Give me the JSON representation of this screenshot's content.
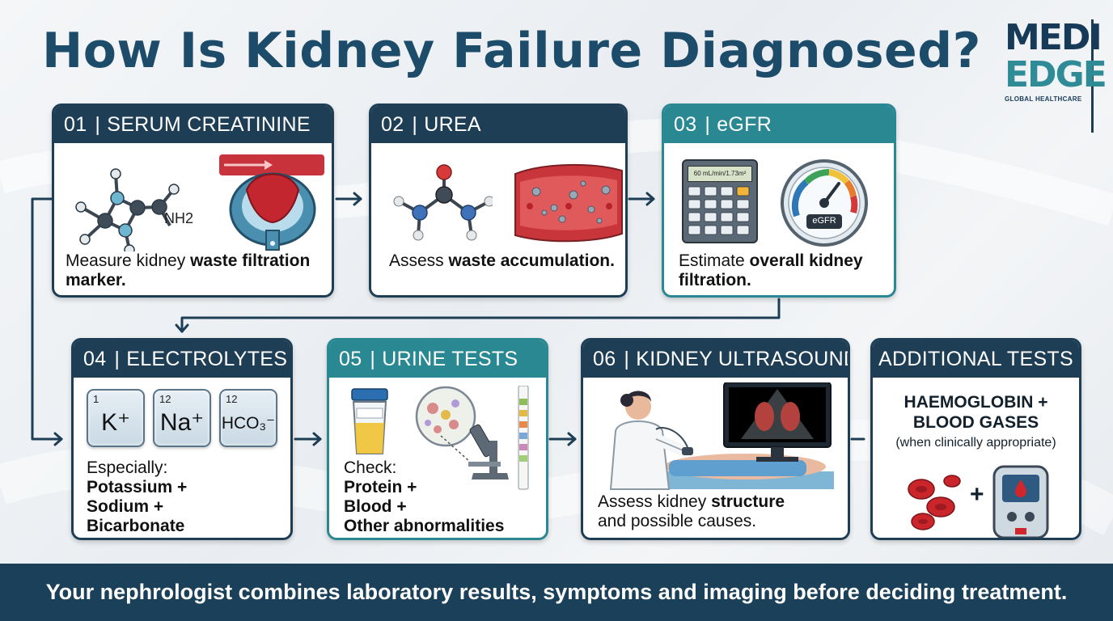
{
  "title": "How Is Kidney Failure Diagnosed?",
  "logo": {
    "line1": "MEDI",
    "line2": "EDGE",
    "line3": "GLOBAL HEALTHCARE"
  },
  "cards": [
    {
      "num": "01",
      "title": "SERUM CREATININE",
      "desc_plain": "Measure kidney ",
      "desc_bold": "waste filtration marker.",
      "molecule_label": "NH2"
    },
    {
      "num": "02",
      "title": "UREA",
      "desc_plain": "Assess ",
      "desc_bold": "waste accumulation."
    },
    {
      "num": "03",
      "title": "eGFR",
      "desc_plain": "Estimate ",
      "desc_bold": "overall kidney filtration.",
      "calculator_display": "60 mL/min/1.73m²",
      "gauge_label": "eGFR"
    },
    {
      "num": "04",
      "title": "ELECTROLYTES",
      "elements": [
        {
          "number": "1",
          "symbol": "K⁺"
        },
        {
          "number": "12",
          "symbol": "Na⁺"
        },
        {
          "number": "12",
          "symbol": "HCO₃⁻"
        }
      ],
      "desc_intro": "Especially:",
      "desc_lines": [
        "Potassium +",
        "Sodium +",
        "Bicarbonate"
      ]
    },
    {
      "num": "05",
      "title": "URINE TESTS",
      "desc_intro": "Check:",
      "desc_lines": [
        "Protein +",
        "Blood +",
        "Other abnormalities"
      ]
    },
    {
      "num": "06",
      "title": "KIDNEY ULTRASOUND",
      "desc_plain_1": "Assess kidney ",
      "desc_bold": "structure",
      "desc_plain_2": "and possible causes."
    },
    {
      "title": "ADDITIONAL TESTS",
      "headline_1": "HAEMOGLOBIN +",
      "headline_2": "BLOOD GASES",
      "note": "(when clinically appropriate)",
      "plus": "+"
    }
  ],
  "separator": "|",
  "footer": "Your nephrologist combines laboratory results, symptoms and imaging before deciding treatment.",
  "colors": {
    "navy": "#1d3e55",
    "teal": "#2a8893",
    "title": "#1d4c6a",
    "footer": "#1b405a"
  }
}
